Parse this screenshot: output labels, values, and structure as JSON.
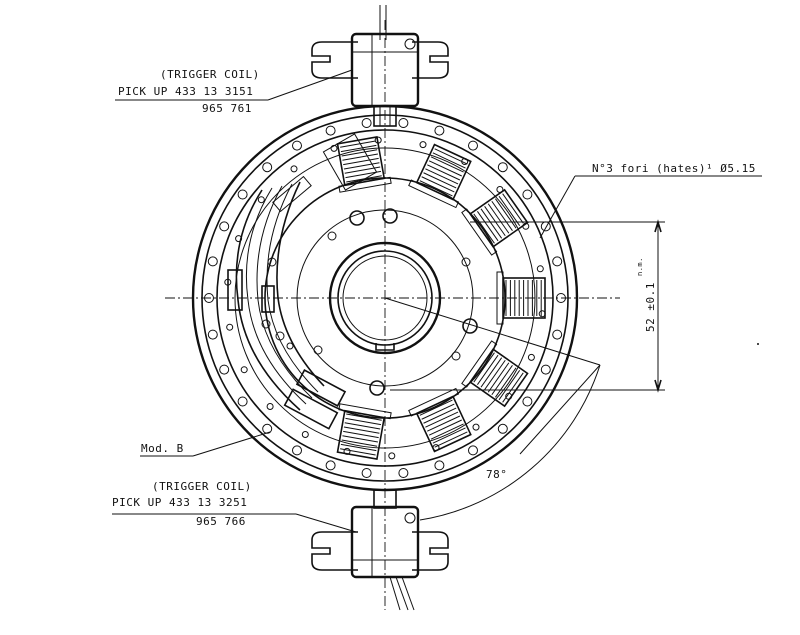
{
  "labels": {
    "top_coil": {
      "line1": "(TRIGGER COIL)",
      "line2": "PICK UP 433 13 3151",
      "line3": "965 761"
    },
    "bottom_coil": {
      "line1": "(TRIGGER COIL)",
      "line2": "PICK UP 433 13 3251",
      "line3": "965 766"
    },
    "holes_note": "N°3 fori (hates)¹ Ø5.15",
    "model": "Mod. B",
    "dimension_vertical": "52 ±0.1",
    "dimension_unit_note": "n.m.",
    "angle": "78°"
  }
}
